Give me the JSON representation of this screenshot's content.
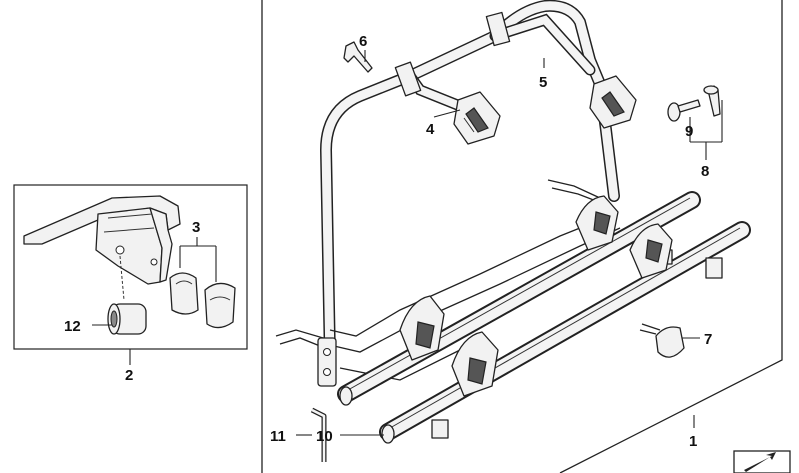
{
  "callouts": {
    "c1": "1",
    "c2": "2",
    "c3": "3",
    "c4": "4",
    "c5": "5",
    "c6": "6",
    "c7": "7",
    "c8": "8",
    "c9": "9",
    "c10": "10",
    "c11": "11",
    "c12": "12"
  },
  "icons": {
    "corner": "diagonal-arrow-icon"
  },
  "colors": {
    "stroke": "#222222",
    "fill": "#f2f2f2",
    "background": "#ffffff"
  }
}
